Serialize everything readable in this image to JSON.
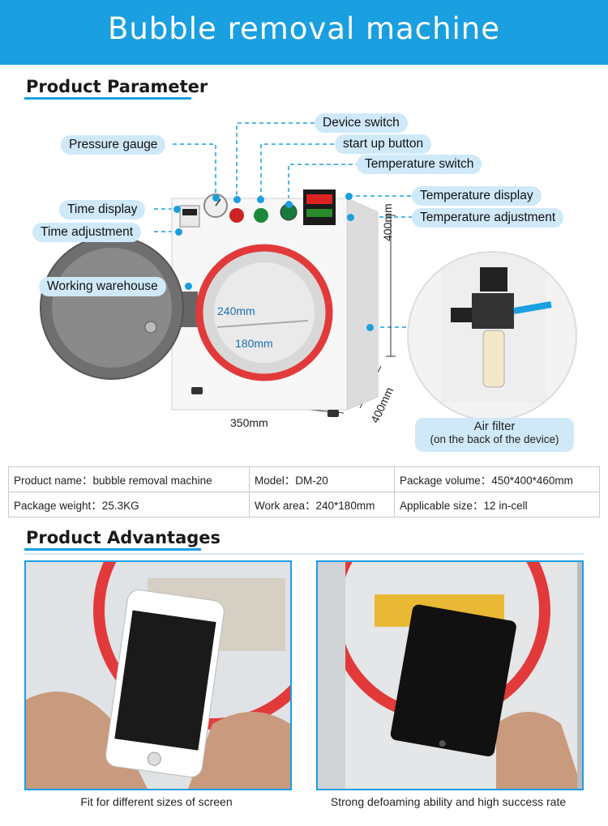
{
  "header": {
    "title": "Bubble removal machine"
  },
  "sections": {
    "parameter_title": "Product Parameter",
    "advantages_title": "Product Advantages"
  },
  "callouts": {
    "device_switch": "Device switch",
    "pressure_gauge": "Pressure gauge",
    "start_up_button": "start up button",
    "temperature_switch": "Temperature switch",
    "time_display": "Time display",
    "temperature_display": "Temperature display",
    "time_adjustment": "Time adjustment",
    "temperature_adjustment": "Temperature adjustment",
    "working_warehouse": "Working warehouse"
  },
  "dimensions": {
    "height": "400mm",
    "depth": "400mm",
    "width": "350mm",
    "chamber_depth": "240mm",
    "chamber_width": "180mm"
  },
  "air_filter": {
    "line1": "Air filter",
    "line2": "(on the back of the device)"
  },
  "params": {
    "rows": [
      [
        "Product name：bubble removal machine",
        "Model：DM-20",
        "Package volume：450*400*460mm"
      ],
      [
        "Package weight：25.3KG",
        "Work area：240*180mm",
        "Applicable size：12 in-cell"
      ]
    ]
  },
  "captions": {
    "left": "Fit for different sizes of screen",
    "right": "Strong defoaming ability and high success rate"
  },
  "colors": {
    "accent": "#1a9fe0",
    "callout_bg": "#cfe9f9",
    "door_ring": "#e23a3a"
  }
}
